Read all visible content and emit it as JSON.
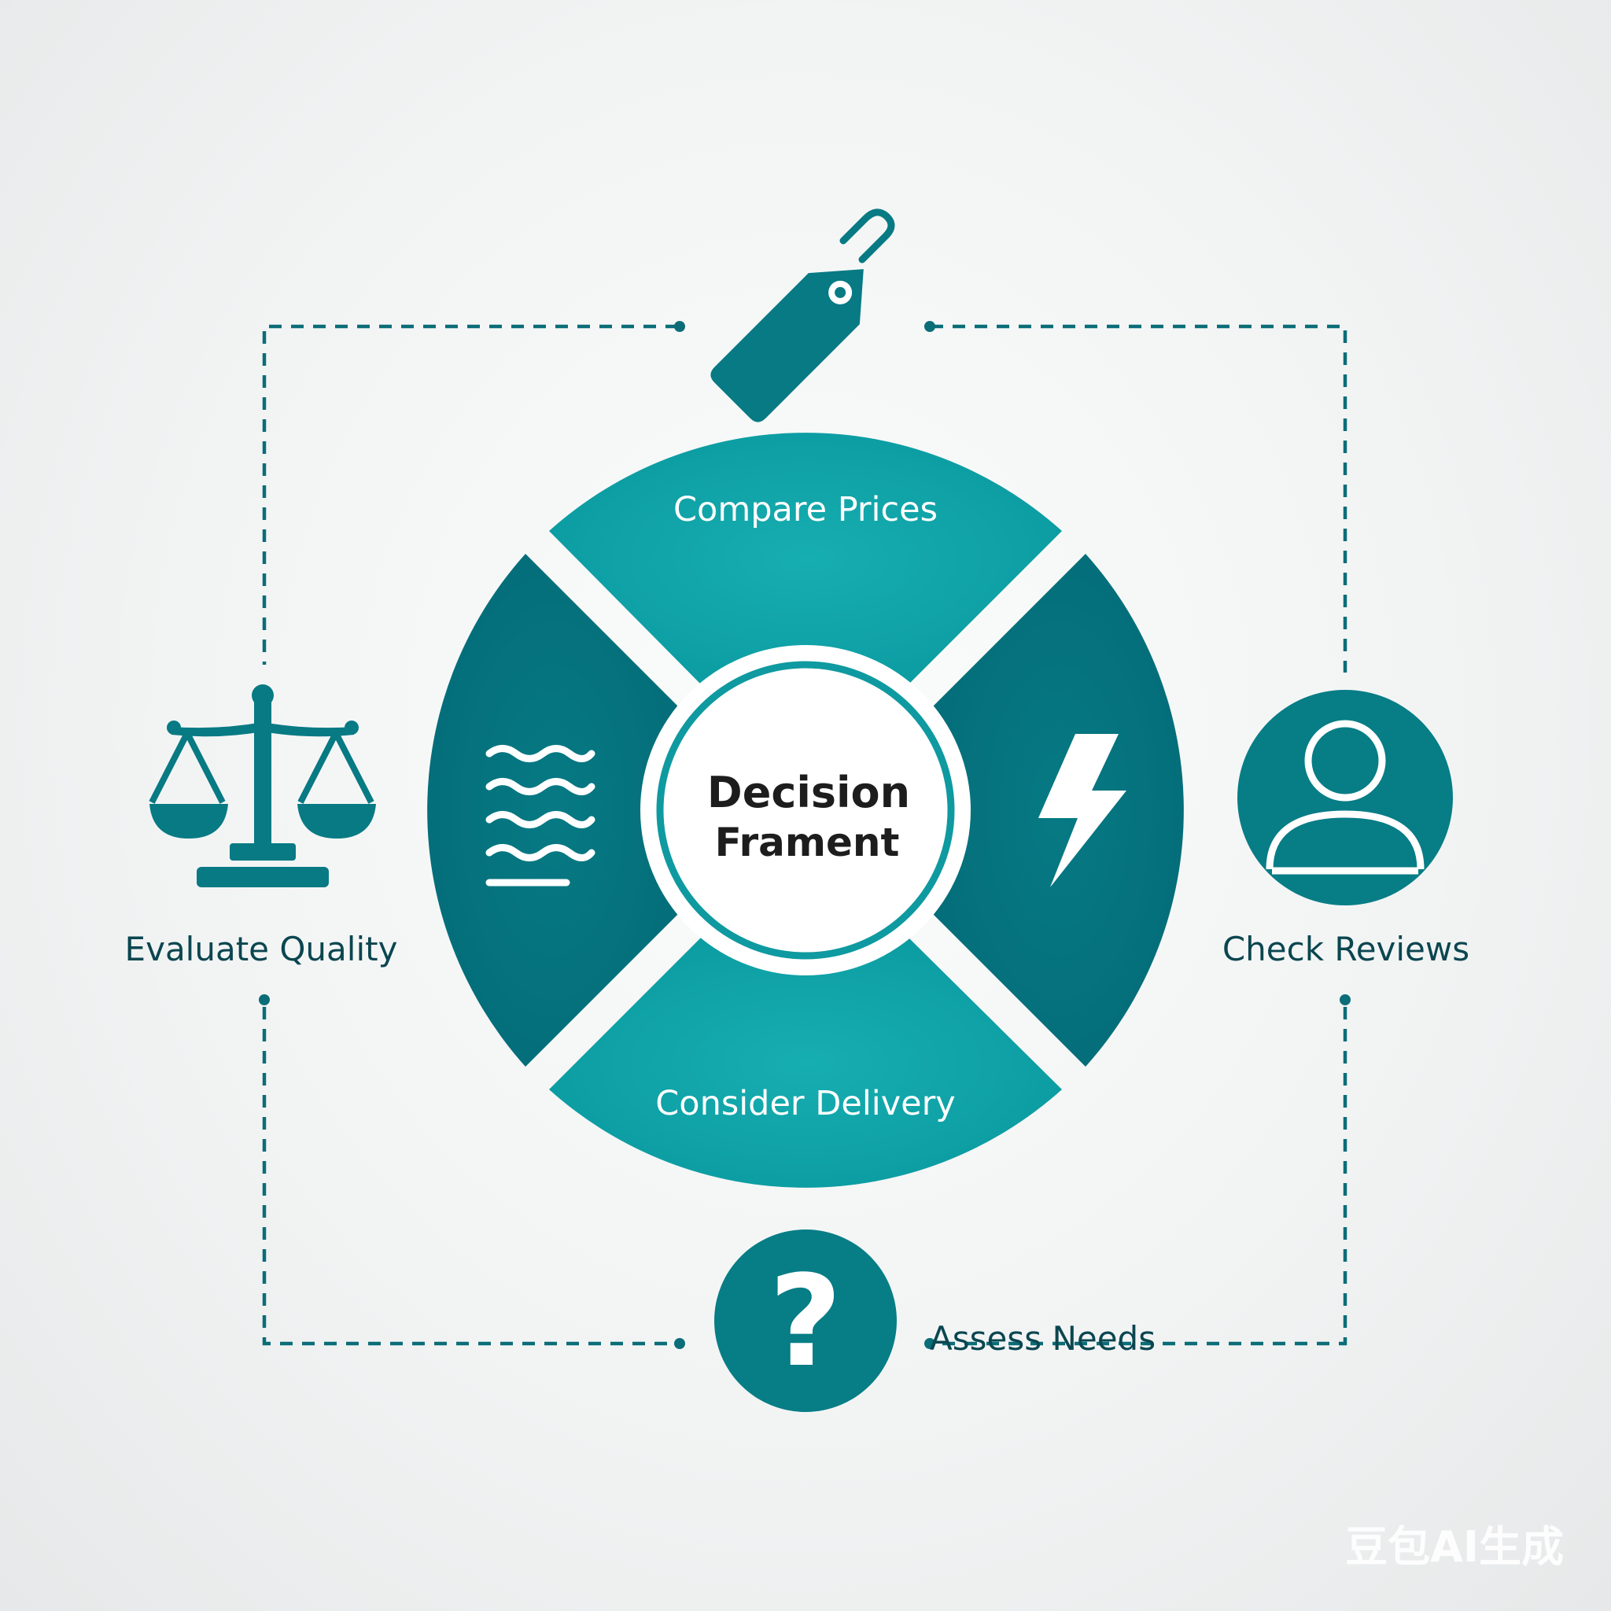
{
  "diagram": {
    "center_line1": "Decision",
    "center_line2": "Frament",
    "segments": {
      "top": "Compare Prices",
      "bottom": "Consider Delivery"
    },
    "outer_nodes": {
      "left": "Evaluate Quality",
      "right": "Check Reviews",
      "bottom": "Assess Needs"
    },
    "icons": {
      "top": "price-tag-icon",
      "left": "balance-scale-icon",
      "right": "user-profile-icon",
      "bottom": "question-mark-icon",
      "segment_left": "wavy-lines-list-icon",
      "segment_right": "lightning-bolt-icon"
    },
    "question_glyph": "?"
  },
  "watermark": "豆包AI生成",
  "colors": {
    "teal_light": "#0e9fa4",
    "teal_dark": "#03707c",
    "label_text": "#0b4650",
    "center_text": "#1d1d1d"
  }
}
